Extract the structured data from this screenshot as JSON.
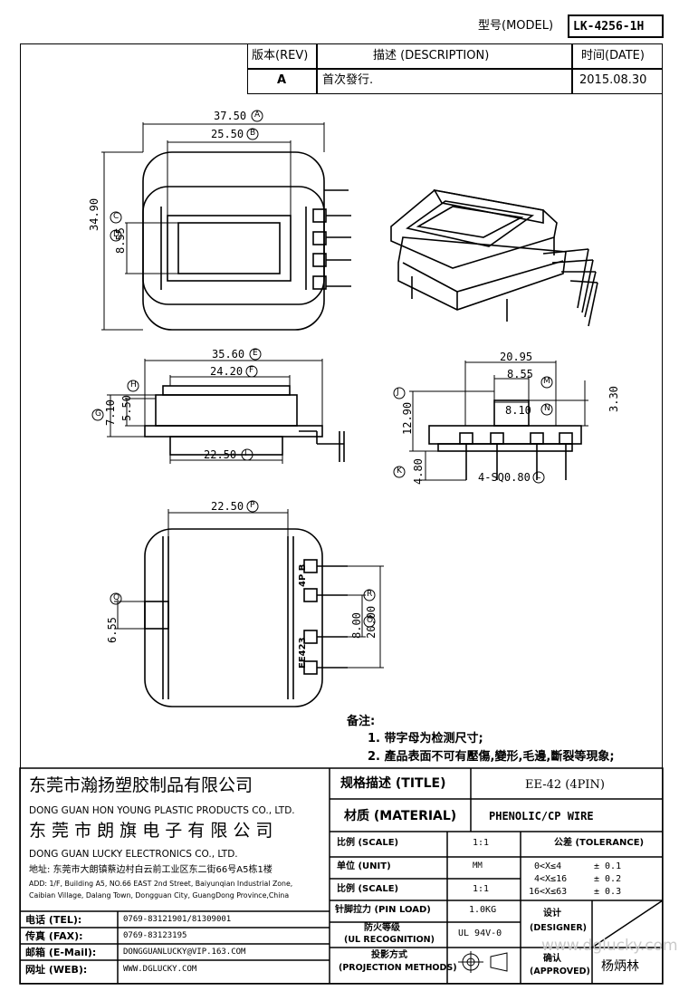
{
  "header": {
    "model_label": "型号(MODEL)",
    "model_value": "LK-4256-1H",
    "rev_header": "版本(REV)",
    "desc_header": "描述 (DESCRIPTION)",
    "date_header": "时间(DATE)",
    "rev_value": "A",
    "desc_value": "首次發行.",
    "date_value": "2015.08.30"
  },
  "dimensions": {
    "d37_50": "37.50",
    "d25_50": "25.50",
    "d34_90": "34.90",
    "d8_55_side": "8.55",
    "d35_60": "35.60",
    "d24_20": "24.20",
    "d7_10": "7.10",
    "d5_50": "5.50",
    "d22_50_front": "22.50",
    "d20_95": "20.95",
    "d8_55_pin": "8.55",
    "d8_10": "8.10",
    "d12_90": "12.90",
    "d3_30": "3.30",
    "d4_80": "4.80",
    "pin_spec": "4-SQ0.80",
    "d22_50_bottom": "22.50",
    "d6_55": "6.55",
    "d8_00": "8.00",
    "d20_00": "20.00"
  },
  "circle_labels": {
    "A": "A",
    "B": "B",
    "C": "C",
    "D": "D",
    "E": "E",
    "F": "F",
    "G": "G",
    "H": "H",
    "I": "I",
    "J": "J",
    "K": "K",
    "L": "L",
    "M": "M",
    "N": "N",
    "O": "O",
    "P": "P",
    "Q": "Q",
    "R": "R"
  },
  "part_markings": {
    "pin_mark": "4P B",
    "part_no": "EE423"
  },
  "notes": {
    "title": "备注:",
    "note1": "1. 带字母为检测尺寸;",
    "note2": "2. 產品表面不可有壓傷,變形,毛邊,斷裂等現象;"
  },
  "company": {
    "name1_cn": "东莞市瀚扬塑胶制品有限公司",
    "name1_en": "DONG GUAN HON YOUNG PLASTIC PRODUCTS CO., LTD.",
    "name2_cn": "东 莞 市 朗 旗 电 子 有 限 公 司",
    "name2_en": "DONG GUAN LUCKY ELECTRONICS CO., LTD.",
    "address_cn": "地址: 东莞市大朗镇蔡边村白云前工业区东二街66号A5栋1楼",
    "address_en1": "ADD: 1/F, Building A5, NO.66 EAST 2nd Street, Baiyunqian Industrial Zone,",
    "address_en2": "Caibian Village, Dalang Town, Dongguan City, GuangDong Province,China"
  },
  "contacts": [
    {
      "label": "电话 (TEL):",
      "value": "0769-83121901/81309001"
    },
    {
      "label": "传真 (FAX):",
      "value": "0769-83123195"
    },
    {
      "label": "邮箱 (E-Mail):",
      "value": "DONGGUANLUCKY@VIP.163.COM"
    },
    {
      "label": "网址 (WEB):",
      "value": "WWW.DGLUCKY.COM"
    }
  ],
  "spec": {
    "title_label": "规格描述 (TITLE)",
    "title_value": "EE-42 (4PIN)",
    "material_label": "材质 (MATERIAL)",
    "material_value": "PHENOLIC/CP WIRE",
    "scale_label": "比例 (SCALE)",
    "scale_value": "1:1",
    "unit_label": "单位 (UNIT)",
    "unit_value": "MM",
    "scale2_label": "比例 (SCALE)",
    "scale2_value": "1:1",
    "pinload_label": "针脚拉力 (PIN LOAD)",
    "pinload_value": "1.0KG",
    "ul_label1": "防火等级",
    "ul_label2": "(UL RECOGNITION)",
    "ul_value": "UL 94V-0",
    "proj_label1": "投影方式",
    "proj_label2": "(PROJECTION METHODS)",
    "tolerance_label": "公差 (TOLERANCE)",
    "tol1_range": "0<X≤4",
    "tol1_value": "± 0.1",
    "tol2_range": "4<X≤16",
    "tol2_value": "± 0.2",
    "tol3_range": "16<X≤63",
    "tol3_value": "± 0.3",
    "designer_label1": "设计",
    "designer_label2": "(DESIGNER)",
    "approved_label1": "确认",
    "approved_label2": "(APPROVED)",
    "approver_name": "杨炳林",
    "watermark": "www.dglucky.com"
  }
}
